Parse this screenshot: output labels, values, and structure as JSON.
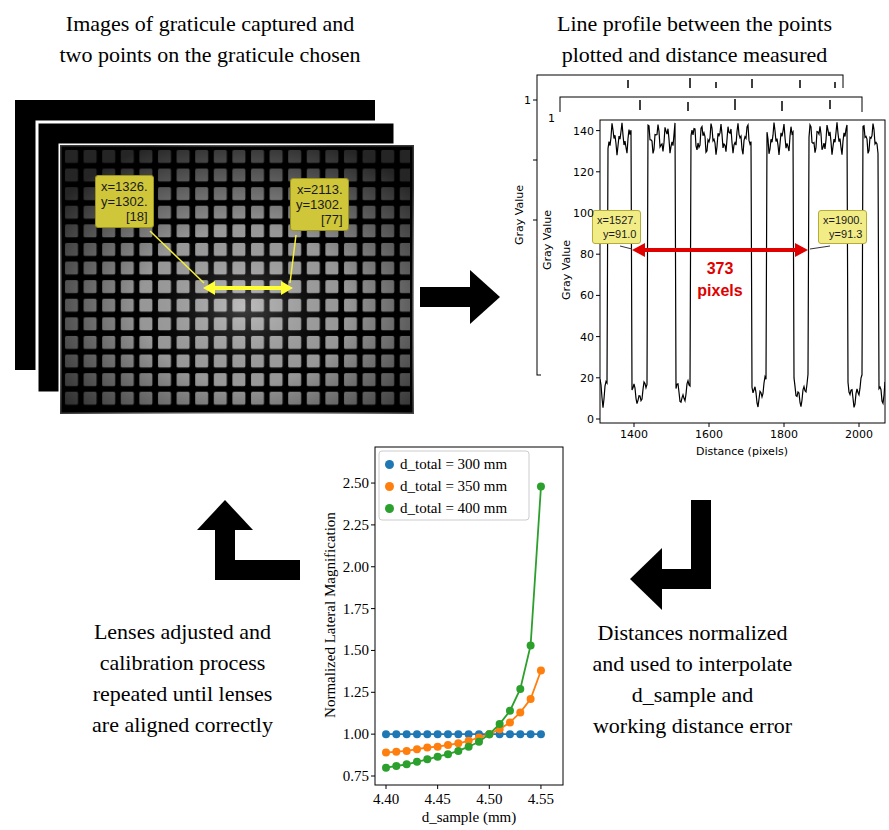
{
  "diagram": {
    "nodes": [
      {
        "text": [
          "Images of graticule captured and two points on the graticule chosen"
        ]
      },
      {
        "text": [
          "x=1326. y=1302. [18]"
        ],
        "in": 0
      },
      {
        "text": [
          "x=2113. y=1302. [77]"
        ],
        "in": 0
      },
      {
        "text": [
          "Line profile between the points plotted and distance measured"
        ]
      },
      {
        "text": [
          "x=1527. y=91.0"
        ],
        "in": 3
      },
      {
        "text": [
          "x=1900. y=91.3"
        ],
        "in": 3
      },
      {
        "text": [
          "Distances normalized and used to interpolate d_sample and working distance error"
        ]
      }
    ],
    "edges": [
      {
        "from": 0,
        "to": 3,
        "arrow": "to"
      },
      {
        "from": 3,
        "to": 6,
        "arrow": "to"
      },
      {
        "from": 6,
        "to": 0,
        "arrow": "to",
        "label": "Lenses adjusted and calibration process repeated until lenses are aligned correctly"
      }
    ],
    "labels": [
      "1",
      "1",
      "Gray Value",
      "Gray Value",
      "Gray Value",
      "0",
      "20",
      "40",
      "60",
      "80",
      "100",
      "120",
      "140",
      "1400",
      "1600",
      "1800",
      "2000",
      "Distance (pixels)",
      "373 pixels",
      "Normalized Lateral Magnification",
      "0.75",
      "1.00",
      "1.25",
      "1.50",
      "1.75",
      "2.00",
      "2.25",
      "2.50",
      "4.40",
      "4.45",
      "4.50",
      "4.55",
      "d_sample (mm)"
    ],
    "legend": [
      {
        "text": "d_total = 300 mm",
        "color": "#1f77b4"
      },
      {
        "text": "d_total = 350 mm",
        "color": "#ff7f0e"
      },
      {
        "text": "d_total = 400 mm",
        "color": "#2ca02c"
      }
    ]
  }
}
